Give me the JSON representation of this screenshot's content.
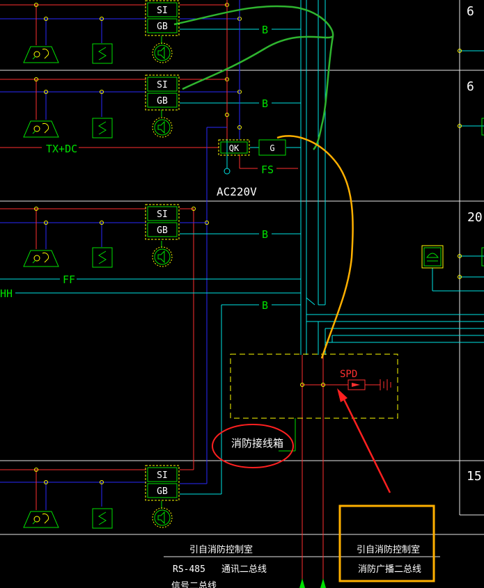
{
  "modules": {
    "si": "SI",
    "gb": "GB"
  },
  "wire_labels": {
    "b": "B",
    "tx_dc": "TX+DC",
    "fs": "FS",
    "ff": "FF",
    "hh": "HH",
    "qk": "QK",
    "g": "G",
    "ac220v": "AC220V",
    "spd": "SPD"
  },
  "floor_numbers": {
    "top": "6",
    "second": "6",
    "third": "20",
    "fourth": "15"
  },
  "annotations": {
    "junction_box": "消防接线箱",
    "from_control_left": "引自消防控制室",
    "from_control_right": "引自消防控制室",
    "rs485": "RS-485",
    "comm_bus": "通讯二总线",
    "broadcast_bus": "消防广播二总线",
    "signal_bus": "信号二总线"
  },
  "colors": {
    "background": "#000000",
    "red": "#ff3030",
    "blue": "#2a2aff",
    "cyan": "#00e5e5",
    "green": "#00e000",
    "yellow": "#ffff00",
    "white": "#ffffff",
    "hand_green": "#2fb52f",
    "hand_orange": "#ffb000",
    "circle_red": "#ff2020"
  }
}
